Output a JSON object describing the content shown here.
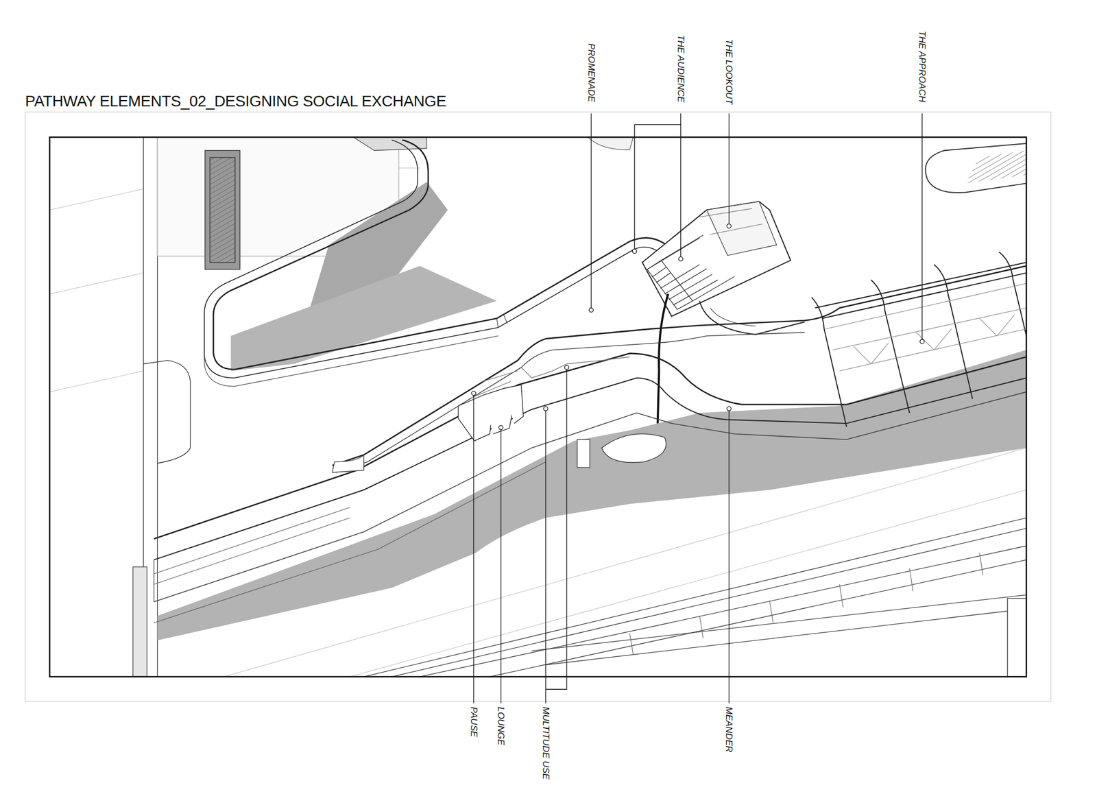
{
  "diagram": {
    "title": "PATHWAY ELEMENTS_02_DESIGNING SOCIAL EXCHANGE",
    "labels": [
      "PROMENADE",
      "THE AUDIENCE",
      "THE LOOKOUT",
      "THE APPROACH",
      "PAUSE",
      "LOUNGE",
      "MULTITUDE USE",
      "MEANDER"
    ]
  }
}
